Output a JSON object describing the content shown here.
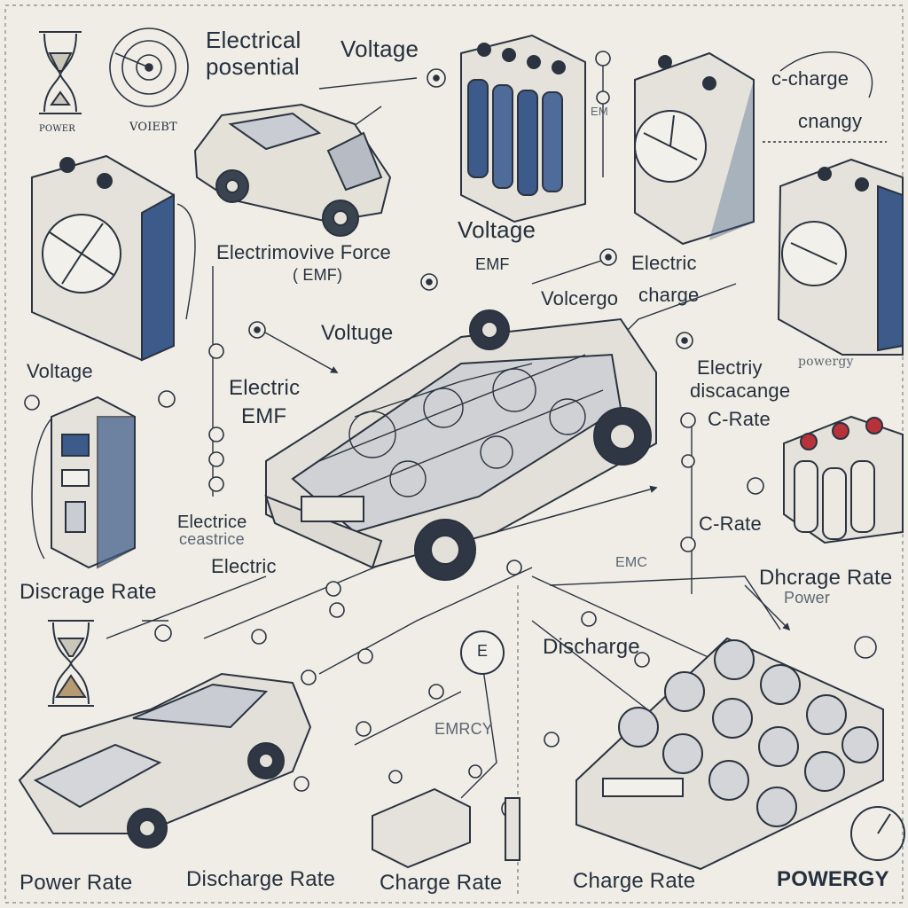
{
  "labels": {
    "tl_small_a": "POWER",
    "tl_small_b": "VOIEBT",
    "electrical_potential_1": "Electrical",
    "electrical_potential_2": "posential",
    "voltage_top": "Voltage",
    "em_small": "EM",
    "c_charge": "c-charge",
    "changy": "cnangy",
    "emf_1": "Electrimovive Force",
    "emf_2": "( EMF)",
    "voltage_mid": "Voltage",
    "emf_mid": "EMF",
    "electric_1": "Electric",
    "electric_2": "charge",
    "volcergo": "Volcergo",
    "voltuge": "Voltuge",
    "voltage_left": "Voltage",
    "electric_emf_1": "Electric",
    "electric_emf_2": "EMF",
    "electriy_1": "Electriy",
    "electriy_2": "discacange",
    "powergy_small": "powergy",
    "c_rate_1": "C-Rate",
    "electrice_1": "Electrice",
    "electrice_2": "ceastrice",
    "electric_left": "Electric",
    "c_rate_2": "C-Rate",
    "emc": "EMC",
    "discrage_rate": "Discrage Rate",
    "dhcrage_rate": "Dhcrage Rate",
    "power_small": "Power",
    "discharge": "Discharge",
    "emrcy": "EMRCY",
    "power_rate": "Power Rate",
    "discharge_rate": "Discharge Rate",
    "charge_rate_1": "Charge Rate",
    "charge_rate_2": "Charge Rate",
    "powergy_big": "POWERGY",
    "gauge_e": "E"
  },
  "icons": {
    "hourglass": "hourglass-icon",
    "target": "target-icon",
    "battery": "battery-icon",
    "car": "car-icon",
    "pump": "fuel-pump-icon",
    "gauge": "gauge-icon",
    "battery_pack": "battery-pack-icon"
  },
  "colors": {
    "ink": "#2b3340",
    "paper": "#efede6",
    "battery_blue": "#3c5a8a",
    "terminal_red": "#b8323a"
  }
}
